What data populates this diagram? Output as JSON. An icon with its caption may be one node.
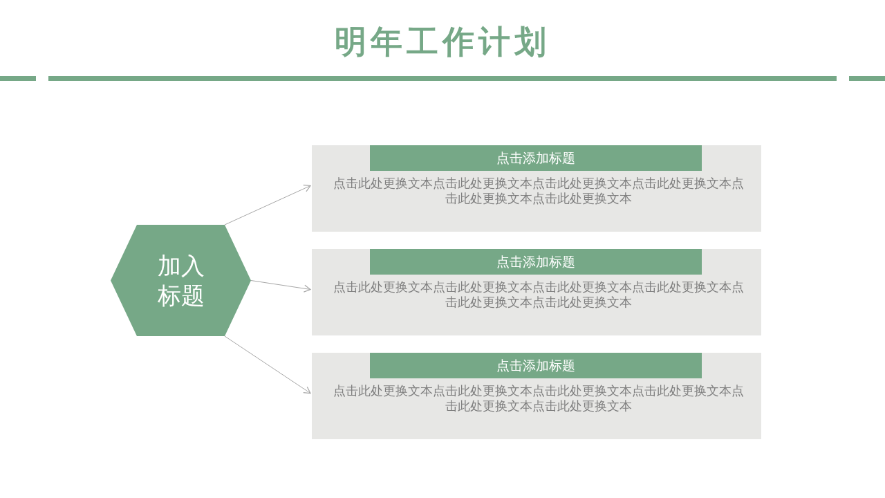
{
  "diagram": {
    "title": "明年工作计划",
    "nodes": [
      {
        "text": [
          "加入标题"
        ]
      },
      {
        "text": [
          "点击此处更换文本点击此处更换文本点击此处更换文本点击此处更换文本点击此处更换文本点击此处更换文本"
        ]
      },
      {
        "text": [
          "点击添加标题"
        ],
        "in": 1
      },
      {
        "text": [
          "点击此处更换文本点击此处更换文本点击此处更换文本点击此处更换文本点击此处更换文本点击此处更换文本"
        ]
      },
      {
        "text": [
          "点击添加标题"
        ],
        "in": 3
      },
      {
        "text": [
          "点击此处更换文本点击此处更换文本点击此处更换文本点击此处更换文本点击此处更换文本点击此处更换文本"
        ]
      },
      {
        "text": [
          "点击添加标题"
        ],
        "in": 5
      }
    ],
    "edges": [
      {
        "from": 0,
        "to": 1,
        "arrow": "to"
      },
      {
        "from": 0,
        "to": 3,
        "arrow": "to"
      },
      {
        "from": 0,
        "to": 5,
        "arrow": "to"
      }
    ]
  }
}
